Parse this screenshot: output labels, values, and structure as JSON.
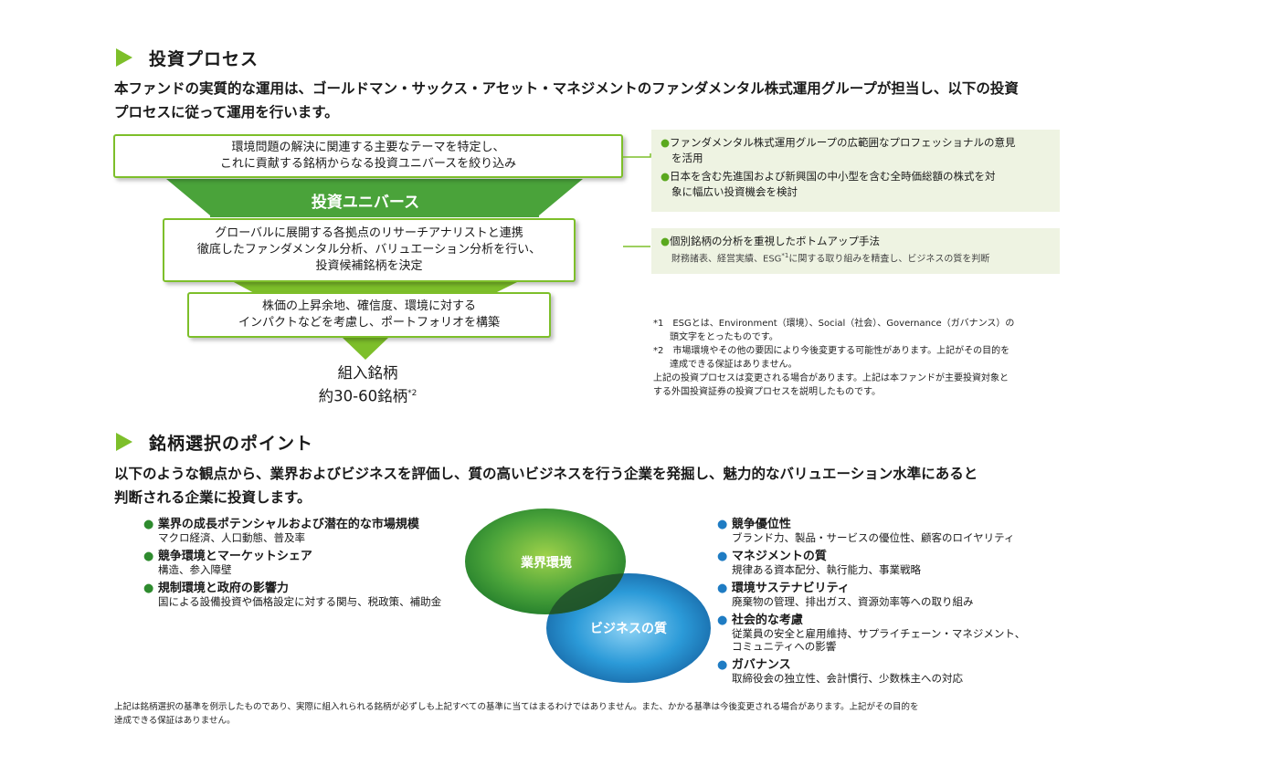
{
  "section1": {
    "title": "投資プロセス",
    "lead_line1": "本ファンドの実質的な運用は、ゴールドマン・サックス・アセット・マネジメントのファンダメンタル株式運用グループが担当し、以下の投資",
    "lead_line2": "プロセスに従って運用を行います。"
  },
  "process": {
    "step1_line1": "環境問題の解決に関連する主要なテーマを特定し、",
    "step1_line2": "これに貢献する銘柄からなる投資ユニバースを絞り込み",
    "universe_label": "投資ユニバース",
    "step2_line1": "グローバルに展開する各拠点のリサーチアナリストと連携",
    "step2_line2": "徹底したファンダメンタル分析、バリュエーション分析を行い、",
    "step2_line3": "投資候補銘柄を決定",
    "step3_line1": "株価の上昇余地、確信度、環境に対する",
    "step3_line2": "インパクトなどを考慮し、ポートフォリオを構築",
    "result_line1": "組入銘柄",
    "result_line2": "約30-60銘柄",
    "result_sup": "*2"
  },
  "side1": {
    "item1_line1": "ファンダメンタル株式運用グループの広範囲なプロフェッショナルの意見",
    "item1_line2": "を活用",
    "item2_line1": "日本を含む先進国および新興国の中小型を含む全時価総額の株式を対",
    "item2_line2": "象に幅広い投資機会を検討"
  },
  "side2": {
    "item1": "個別銘柄の分析を重視したボトムアップ手法",
    "sub_pre": "財務諸表、経営実績、ESG",
    "sub_sup": "*1",
    "sub_post": "に関する取り組みを精査し、ビジネスの質を判断"
  },
  "notes": {
    "n1_line1": "*1　ESGとは、Environment（環境）、Social（社会）、Governance（ガバナンス）の",
    "n1_line2": "頭文字をとったものです。",
    "n2_line1": "*2　市場環境やその他の要因により今後変更する可能性があります。上記がその目的を",
    "n2_line2": "達成できる保証はありません。",
    "n3_line1": "上記の投資プロセスは変更される場合があります。上記は本ファンドが主要投資対象と",
    "n3_line2": "する外国投資証券の投資プロセスを説明したものです。"
  },
  "section2": {
    "title": "銘柄選択のポイント",
    "lead_line1": "以下のような観点から、業界およびビジネスを評価し、質の高いビジネスを行う企業を発掘し、魅力的なバリュエーション水準にあると",
    "lead_line2": "判断される企業に投資します。"
  },
  "left_criteria": [
    {
      "title": "業界の成長ポテンシャルおよび潜在的な市場規模",
      "sub": "マクロ経済、人口動態、普及率"
    },
    {
      "title": "競争環境とマーケットシェア",
      "sub": "構造、参入障壁"
    },
    {
      "title": "規制環境と政府の影響力",
      "sub": "国による設備投資や価格設定に対する関与、税政策、補助金"
    }
  ],
  "venn": {
    "circle1": "業界環境",
    "circle2": "ビジネスの質"
  },
  "right_criteria": [
    {
      "title": "競争優位性",
      "sub1": "ブランド力、製品・サービスの優位性、顧客のロイヤリティ",
      "sub2": ""
    },
    {
      "title": "マネジメントの質",
      "sub1": "規律ある資本配分、執行能力、事業戦略",
      "sub2": ""
    },
    {
      "title": "環境サステナビリティ",
      "sub1": "廃棄物の管理、排出ガス、資源効率等への取り組み",
      "sub2": ""
    },
    {
      "title": "社会的な考慮",
      "sub1": "従業員の安全と雇用維持、サプライチェーン・マネジメント、",
      "sub2": "コミュニティへの影響"
    },
    {
      "title": "ガバナンス",
      "sub1": "取締役会の独立性、会計慣行、少数株主への対応",
      "sub2": ""
    }
  ],
  "footer": {
    "line1": "上記は銘柄選択の基準を例示したものであり、実際に組入れられる銘柄が必ずしも上記すべての基準に当てはまるわけではありません。また、かかる基準は今後変更される場合があります。上記がその目的を",
    "line2": "達成できる保証はありません。"
  },
  "colors": {
    "accent_green": "#7dbf2a",
    "dark_green": "#2e8b2e",
    "blue": "#1f7cc3",
    "side_bg": "#eef3e2"
  }
}
